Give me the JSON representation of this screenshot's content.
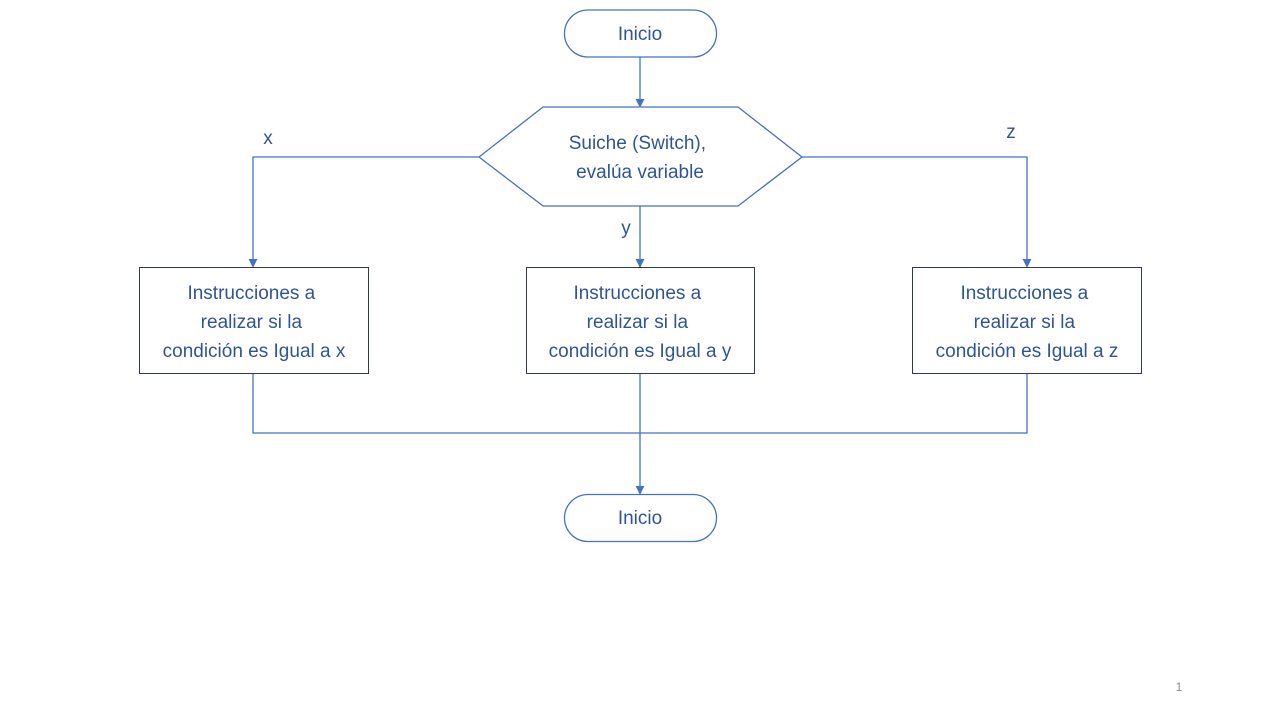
{
  "colors": {
    "stroke": "#4472c4",
    "text": "#2f5597",
    "fill": "#ffffff"
  },
  "nodes": {
    "start": {
      "lines": [
        "Inicio"
      ]
    },
    "switch": {
      "lines": [
        "Suiche (Switch),",
        "evalúa variable"
      ]
    },
    "case_x": {
      "lines": [
        "Instrucciones a",
        "realizar si la",
        "condición es Igual a x"
      ]
    },
    "case_y": {
      "lines": [
        "Instrucciones a",
        "realizar si la",
        "condición es Igual a y"
      ]
    },
    "case_z": {
      "lines": [
        "Instrucciones a",
        "realizar si la",
        "condición es Igual a z"
      ]
    },
    "end": {
      "lines": [
        "Inicio"
      ]
    }
  },
  "edge_labels": {
    "x": "x",
    "y": "y",
    "z": "z"
  },
  "slide_number": "1"
}
